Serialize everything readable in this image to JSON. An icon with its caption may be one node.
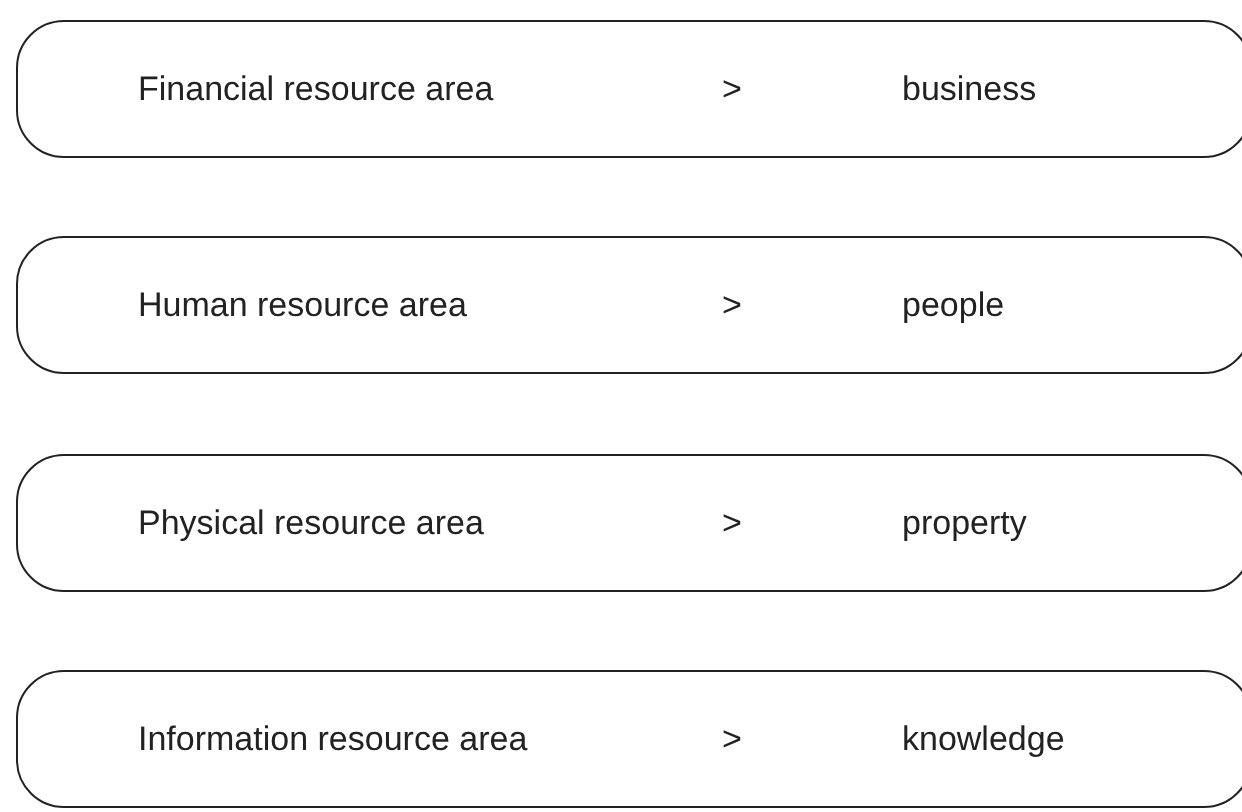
{
  "diagram": {
    "nodes": [
      {
        "text": [
          "Financial resource area",
          ">",
          "business"
        ]
      },
      {
        "text": [
          "Human resource area",
          ">",
          "people"
        ]
      },
      {
        "text": [
          "Physical resource area",
          ">",
          "property"
        ]
      },
      {
        "text": [
          "Information resource area",
          ">",
          "knowledge"
        ]
      }
    ]
  }
}
